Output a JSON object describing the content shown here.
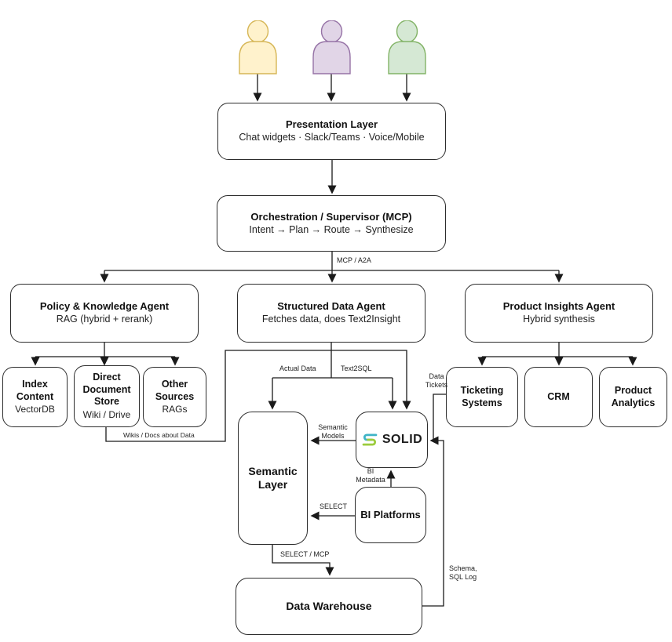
{
  "diagram": {
    "users": [
      {
        "id": "user-yellow",
        "fill": "#fff2cc",
        "stroke": "#d6b656"
      },
      {
        "id": "user-purple",
        "fill": "#e1d5e7",
        "stroke": "#9673a6"
      },
      {
        "id": "user-green",
        "fill": "#d5e8d4",
        "stroke": "#82b366"
      }
    ],
    "nodes": {
      "presentation": {
        "title": "Presentation Layer",
        "subtitle": "Chat widgets · Slack/Teams · Voice/Mobile"
      },
      "orchestration": {
        "title": "Orchestration / Supervisor (MCP)",
        "subtitle": "Intent → Plan → Route → Synthesize"
      },
      "policy_agent": {
        "title": "Policy & Knowledge Agent",
        "subtitle": "RAG (hybrid + rerank)"
      },
      "structured_agent": {
        "title": "Structured Data Agent",
        "subtitle": "Fetches data, does Text2Insight"
      },
      "product_agent": {
        "title": "Product Insights Agent",
        "subtitle": "Hybrid synthesis"
      },
      "index_content": {
        "title": "Index Content",
        "subtitle": "VectorDB"
      },
      "direct_store": {
        "title": "Direct Document Store",
        "subtitle": "Wiki / Drive"
      },
      "other_sources": {
        "title": "Other Sources",
        "subtitle": "RAGs"
      },
      "solid": {
        "title": "SOLID"
      },
      "semantic_layer": {
        "title": "Semantic Layer"
      },
      "bi_platforms": {
        "title": "BI Platforms"
      },
      "data_warehouse": {
        "title": "Data Warehouse"
      },
      "ticketing": {
        "title": "Ticketing Systems"
      },
      "crm": {
        "title": "CRM"
      },
      "product_analytics": {
        "title": "Product Analytics"
      }
    },
    "edge_labels": {
      "mcp_a2a": "MCP / A2A",
      "actual_data": "Actual Data",
      "text2sql": "Text2SQL",
      "wikis_docs": "Wikis / Docs about Data",
      "data_tickets": "Data Tickets",
      "semantic_models": "Semantic Models",
      "bi_metadata": "BI Metadata",
      "select": "SELECT",
      "select_mcp": "SELECT / MCP",
      "schema_sql_log": "Schema, SQL Log"
    },
    "logo": {
      "teal": "#3fb4c6",
      "green": "#9ccc3d"
    }
  }
}
